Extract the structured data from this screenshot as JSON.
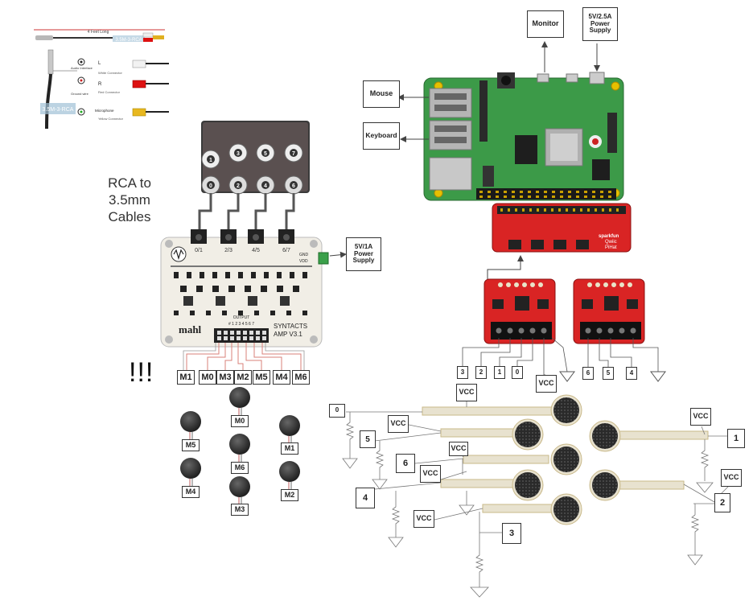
{
  "peripherals": {
    "monitor": "Monitor",
    "power_pi": "5V/2.5A Power Supply",
    "mouse": "Mouse",
    "keyboard": "Keyboard",
    "power_amp": "5V/1A Power Supply"
  },
  "cable_note": "RCA to 3.5mm Cables",
  "exclaim": "!!!",
  "cable_image": {
    "length": "4 Feet Long",
    "watermark1": "3.5M-3-RCA",
    "watermark2": "3.5M-3-RCA",
    "left": "L",
    "left_desc": "White Connector",
    "right": "R",
    "right_desc": "Red Connector",
    "mic": "Microphone",
    "mic_desc": "Yellow Connector",
    "audio": "Audio Interface",
    "ground": "Ground wire"
  },
  "amp_board": {
    "logo": "mahl",
    "name": "SYNTACTS",
    "version": "AMP  V3.1",
    "output": "OUTPUT",
    "output_pins": "# 1 2 3 4 5 6 7",
    "gnd": "GND",
    "vdd": "VDD",
    "jack_labels": [
      "0/1",
      "2/3",
      "4/5",
      "6/7"
    ],
    "jack_numbers": [
      "1",
      "3",
      "5",
      "7",
      "0",
      "2",
      "4",
      "6"
    ]
  },
  "motor_header_labels": [
    "M1",
    "M0",
    "M3",
    "M2",
    "M5",
    "M4",
    "M6"
  ],
  "motors": [
    "M0",
    "M5",
    "M1",
    "M6",
    "M4",
    "M2",
    "M3"
  ],
  "pi_hat": {
    "brand": "sparkfun",
    "name1": "Qwiic",
    "name2": "PiHat"
  },
  "adc_left_channels": [
    "3",
    "2",
    "1",
    "0"
  ],
  "adc_right_channels": [
    "6",
    "5",
    "4"
  ],
  "vcc": "VCC",
  "sensor_numbers": [
    "0",
    "5",
    "6",
    "4",
    "1",
    "2",
    "3"
  ]
}
